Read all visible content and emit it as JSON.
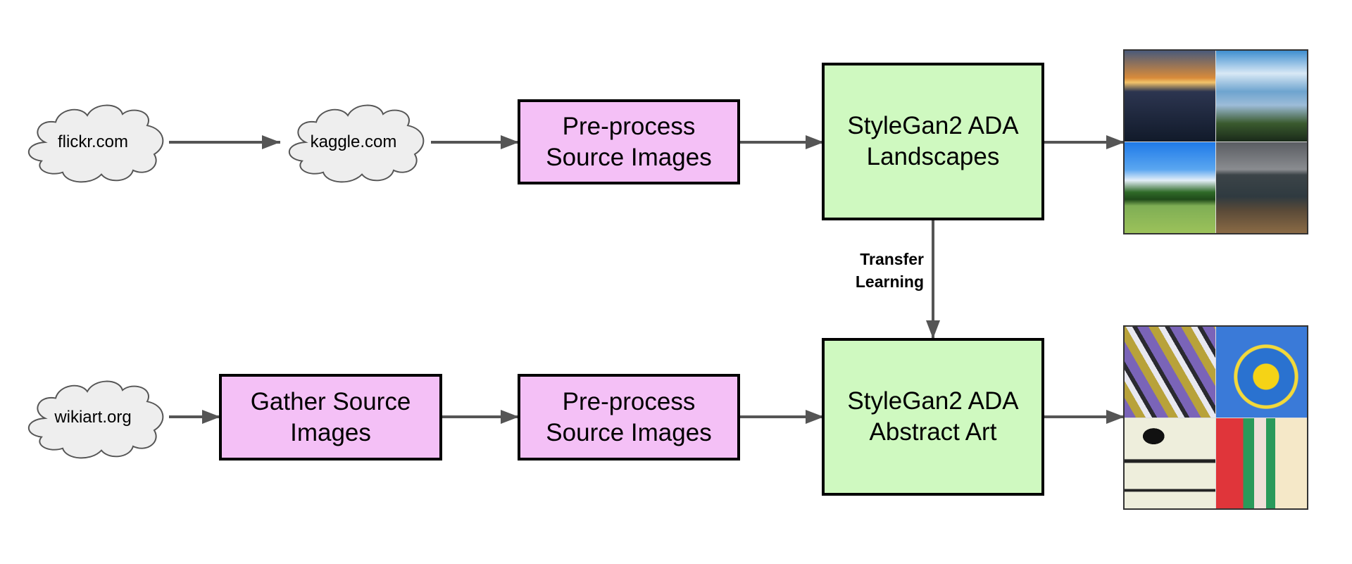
{
  "diagram": {
    "sources": {
      "flickr": "flickr.com",
      "kaggle": "kaggle.com",
      "wikiart": "wikiart.org"
    },
    "top_row": {
      "preprocess": [
        "Pre-process",
        "Source Images"
      ],
      "model": [
        "StyleGan2 ADA",
        "Landscapes"
      ],
      "output_images": [
        "sunset-over-mountains",
        "cloudy-mountain-valley",
        "lake-with-forest-and-blue-sky",
        "stormy-sea-coast"
      ]
    },
    "bottom_row": {
      "gather": [
        "Gather Source",
        "Images"
      ],
      "preprocess": [
        "Pre-process",
        "Source Images"
      ],
      "model": [
        "StyleGan2 ADA",
        "Abstract Art"
      ],
      "output_images": [
        "purple-yellow-abstract",
        "blue-yellow-abstract",
        "ink-on-cream-abstract",
        "red-green-abstract"
      ]
    },
    "transfer_label": [
      "Transfer",
      "Learning"
    ],
    "colors": {
      "process_fill": "#f4c0f6",
      "model_fill": "#cff9c0",
      "cloud_fill": "#eeeeee",
      "arrow": "#555555"
    }
  }
}
